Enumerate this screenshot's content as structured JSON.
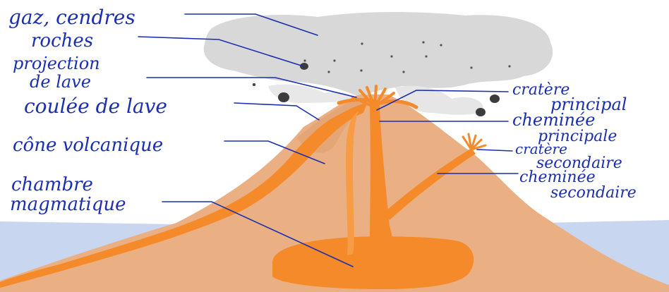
{
  "labels": {
    "gaz_cendres": "gaz, cendres",
    "roches": "roches",
    "projection_1": "projection",
    "projection_2": "de lave",
    "coulee": "coulée de lave",
    "cone": "cône volcanique",
    "chambre_1": "chambre",
    "chambre_2": "magmatique",
    "cratere_principal_1": "cratère",
    "cratere_principal_2": "principal",
    "cheminee_principale_1": "cheminée",
    "cheminee_principale_2": "principale",
    "cratere_secondaire_1": "cratère",
    "cratere_secondaire_2": "secondaire",
    "cheminee_secondaire_1": "cheminée",
    "cheminee_secondaire_2": "secondaire"
  },
  "colors": {
    "ink": "#1b2fb0",
    "ash_cloud": "#d8d8d8",
    "cone": "#eab083",
    "lava": "#f58a2a",
    "sea": "#c9d6ef",
    "rock": "#3c3c3c"
  }
}
